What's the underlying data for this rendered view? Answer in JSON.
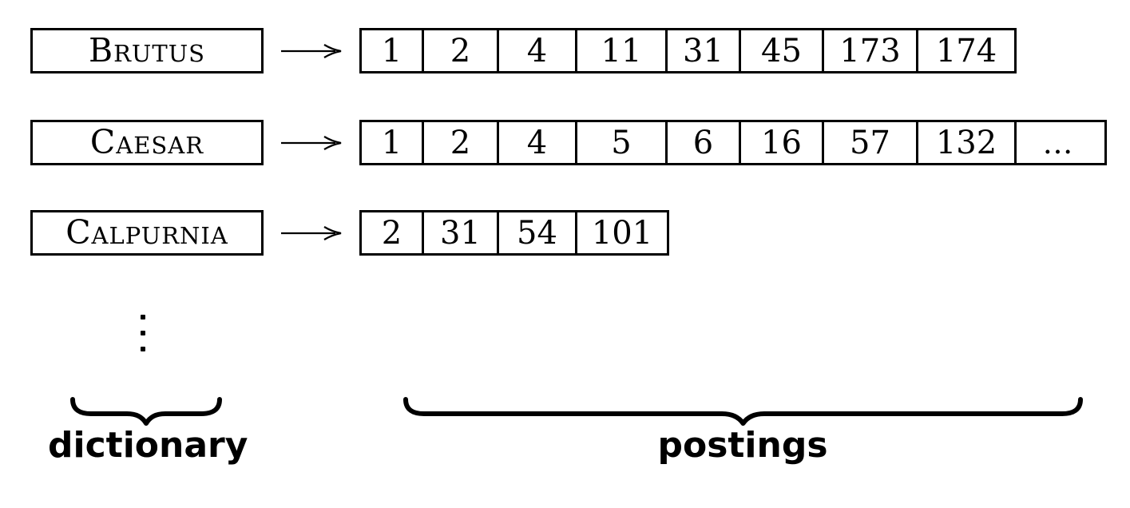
{
  "diagram": {
    "rows": [
      {
        "term": "Brutus",
        "postings": [
          "1",
          "2",
          "4",
          "11",
          "31",
          "45",
          "173",
          "174"
        ]
      },
      {
        "term": "Caesar",
        "postings": [
          "1",
          "2",
          "4",
          "5",
          "6",
          "16",
          "57",
          "132",
          "…"
        ]
      },
      {
        "term": "Calpurnia",
        "postings": [
          "2",
          "31",
          "54",
          "101"
        ]
      }
    ],
    "vdots_symbol": "⋮",
    "labels": {
      "dictionary": "dictionary",
      "postings": "postings"
    },
    "colors": {
      "ink": "#000000",
      "background": "#ffffff"
    }
  }
}
